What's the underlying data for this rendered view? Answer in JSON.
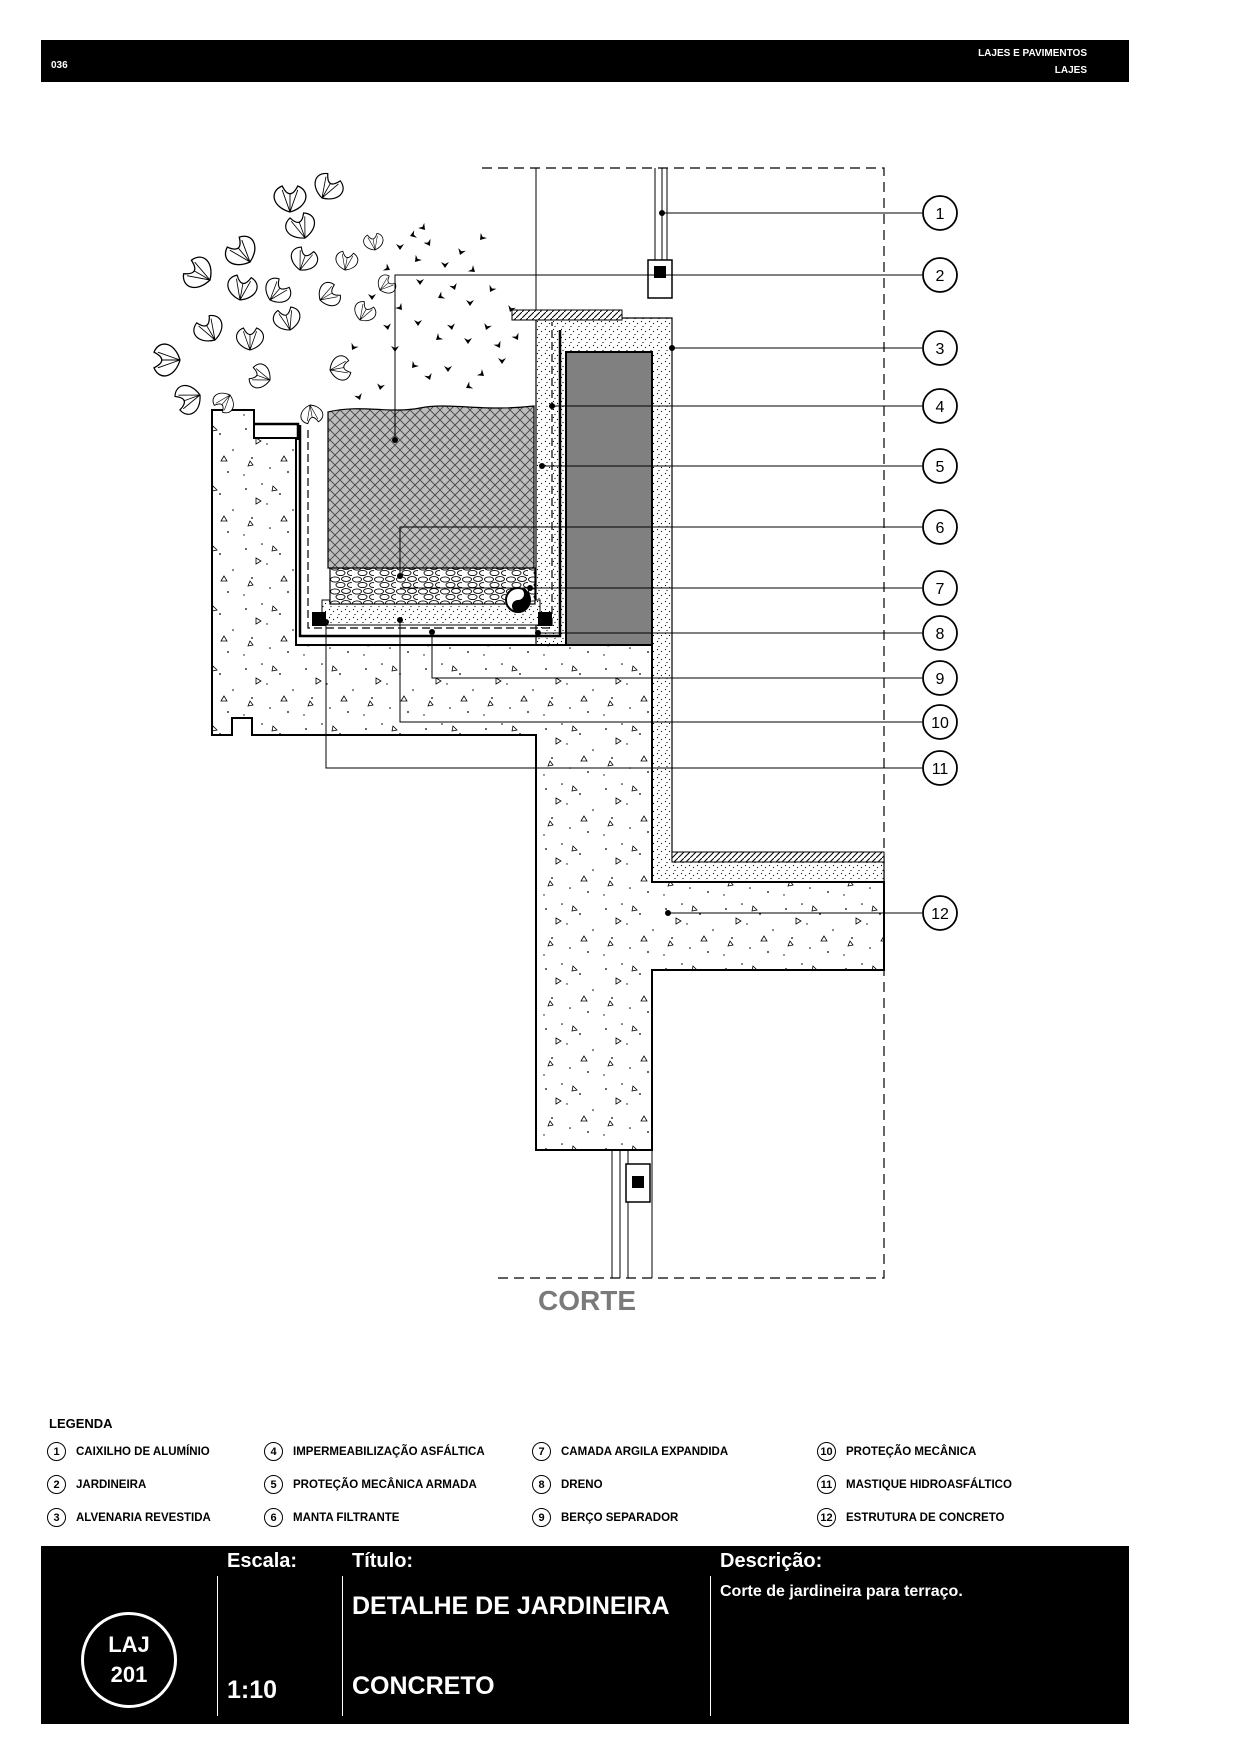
{
  "header": {
    "page_number": "036",
    "category": "LAJES E PAVIMENTOS",
    "subcategory": "LAJES"
  },
  "drawing": {
    "view_label": "CORTE",
    "callouts": [
      "1",
      "2",
      "3",
      "4",
      "5",
      "6",
      "7",
      "8",
      "9",
      "10",
      "11",
      "12"
    ]
  },
  "legend": {
    "title": "LEGENDA",
    "items": [
      {
        "num": "1",
        "label": "CAIXILHO DE ALUMÍNIO"
      },
      {
        "num": "2",
        "label": "JARDINEIRA"
      },
      {
        "num": "3",
        "label": "ALVENARIA REVESTIDA"
      },
      {
        "num": "4",
        "label": "IMPERMEABILIZAÇÃO ASFÁLTICA"
      },
      {
        "num": "5",
        "label": "PROTEÇÃO MECÂNICA ARMADA"
      },
      {
        "num": "6",
        "label": "MANTA FILTRANTE"
      },
      {
        "num": "7",
        "label": "CAMADA ARGILA EXPANDIDA"
      },
      {
        "num": "8",
        "label": "DRENO"
      },
      {
        "num": "9",
        "label": "BERÇO SEPARADOR"
      },
      {
        "num": "10",
        "label": "PROTEÇÃO MECÂNICA"
      },
      {
        "num": "11",
        "label": "MASTIQUE HIDROASFÁLTICO"
      },
      {
        "num": "12",
        "label": "ESTRUTURA DE CONCRETO"
      }
    ]
  },
  "title_block": {
    "sheet_code_line1": "LAJ",
    "sheet_code_line2": "201",
    "scale_label": "Escala:",
    "scale_value": "1:10",
    "title_label": "Título:",
    "title_line1": "DETALHE DE JARDINEIRA",
    "title_line2": "CONCRETO",
    "description_label": "Descrição:",
    "description_text": "Corte de jardineira para terraço."
  },
  "colors": {
    "bar": "#000000",
    "wall_fill": "#808080",
    "label_grey": "#7a7a7a"
  }
}
